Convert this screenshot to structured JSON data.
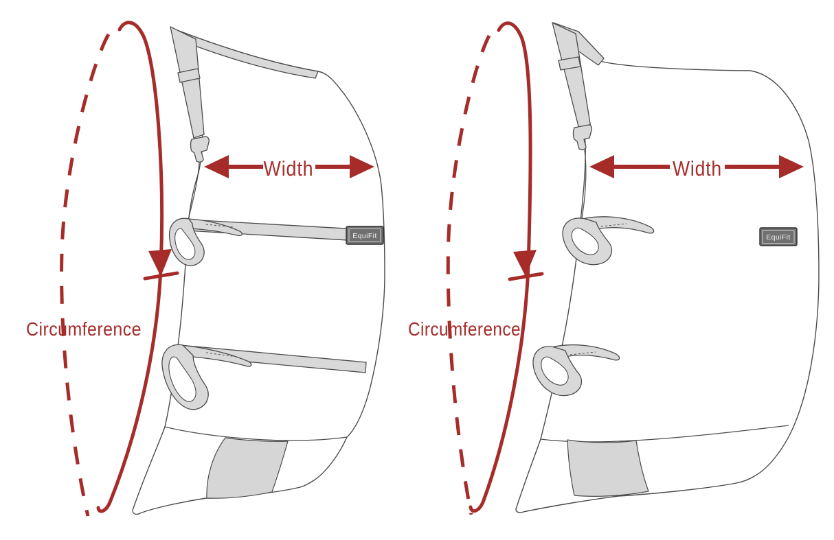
{
  "colors": {
    "accent": "#a62c2a",
    "outline": "#4a4a4a",
    "strap_fill": "#d9d9d9",
    "patch_fill": "#d6d6d6",
    "tag_bg": "#707070",
    "tag_border": "#c8c8c8",
    "tag_text": "#f2f2f2",
    "background": "#ffffff"
  },
  "figures": [
    {
      "circumference_label": "Circumference",
      "width_label": "Width",
      "brand_tag": "EquiFit"
    },
    {
      "circumference_label": "Circumference",
      "width_label": "Width",
      "brand_tag": "EquiFit"
    }
  ]
}
